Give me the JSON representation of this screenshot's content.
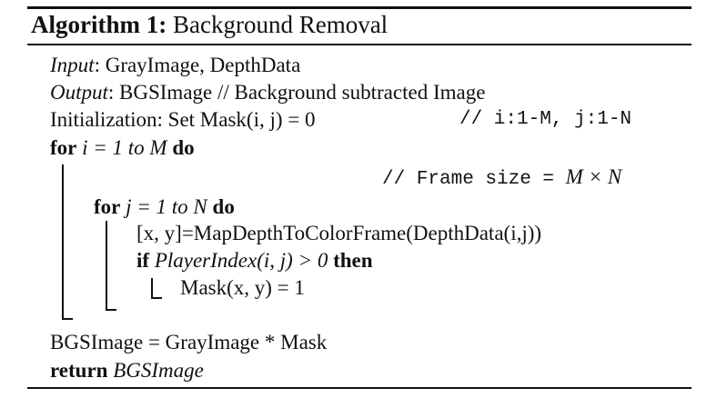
{
  "algorithm": {
    "number_label": "Algorithm 1:",
    "name": "Background Removal"
  },
  "lines": {
    "input_key": "Input",
    "input_val": ": GrayImage, DepthData",
    "output_key": "Output",
    "output_val": ": BGSImage // Background subtracted Image",
    "init_text": "Initialization: Set Mask(i, j) = 0",
    "init_comment": "// i:1-M, j:1-N",
    "for_i_kw": "for",
    "for_i_range": "i = 1 to M",
    "for_i_do": "do",
    "frame_comment": "// Frame size = ",
    "frame_math": "M × N",
    "for_j_kw": "for",
    "for_j_range": "j = 1 to N",
    "for_j_do": "do",
    "map_line": "[x, y]=MapDepthToColorFrame(DepthData(i,j))",
    "if_kw": "if",
    "if_cond": "PlayerIndex(i, j) > 0",
    "then_kw": "then",
    "mask_assign": "Mask(x, y) = 1",
    "bgs_line": "BGSImage = GrayImage * Mask",
    "return_kw": "return",
    "return_val": "BGSImage"
  }
}
